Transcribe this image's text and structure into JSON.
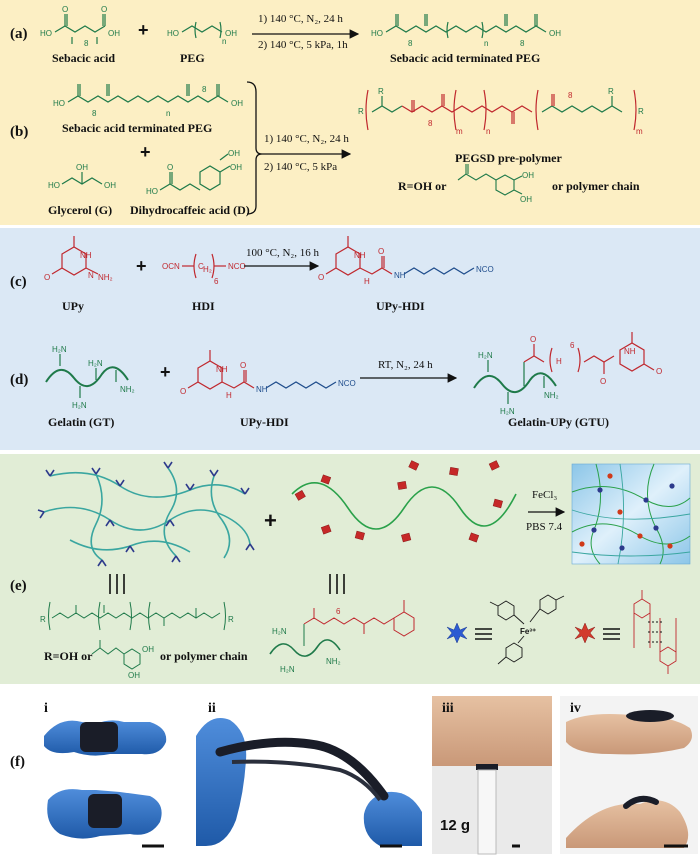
{
  "panels": {
    "a": {
      "tag": "(a)",
      "reactant1": "Sebacic acid",
      "reactant2": "PEG",
      "cond1": "1) 140 °C, N₂, 24 h",
      "cond2": "2) 140 °C, 5 kPa, 1h",
      "product": "Sebacic acid terminated PEG"
    },
    "b": {
      "tag": "(b)",
      "reactant1": "Sebacic acid terminated PEG",
      "reactant2": "Glycerol (G)",
      "reactant3": "Dihydrocaffeic acid (D)",
      "cond1": "1) 140 °C, N₂, 24 h",
      "cond2": "2) 140 °C, 5 kPa",
      "product": "PEGSD pre-polymer",
      "r_def_prefix": "R=OH or",
      "r_def_suffix": "or polymer chain"
    },
    "c": {
      "tag": "(c)",
      "reactant1": "UPy",
      "reactant2": "HDI",
      "cond": "100 °C, N₂, 16 h",
      "product": "UPy-HDI"
    },
    "d": {
      "tag": "(d)",
      "reactant1": "Gelatin (GT)",
      "reactant2": "UPy-HDI",
      "cond": "RT, N₂, 24 h",
      "product": "Gelatin-UPy (GTU)"
    },
    "e": {
      "tag": "(e)",
      "cond1": "FeCl₃",
      "cond2": "PBS 7.4",
      "r_def_prefix": "R=OH or",
      "r_def_suffix": "or polymer chain",
      "fe_label": "Fe³⁺"
    },
    "f": {
      "tag": "(f)",
      "photos": [
        "i",
        "ii",
        "iii",
        "iv"
      ],
      "weight_label": "12 g"
    }
  },
  "atoms": {
    "ho": "HO",
    "oh": "OH",
    "o": "O",
    "n": "n",
    "eight": "8",
    "six": "6",
    "m": "m",
    "r": "R",
    "nh": "NH",
    "n_atom": "N",
    "h": "H",
    "nh2": "NH₂",
    "h2n": "H₂N",
    "ocn": "OCN",
    "nco": "NCO",
    "h2": "H₂",
    "c": "C"
  },
  "colors": {
    "panel_ab": "#fcefc4",
    "panel_cd": "#dbe8f5",
    "panel_e": "#e1edd6",
    "green_chem": "#1f7a4a",
    "red_chem": "#c0282e",
    "teal_polymer": "#3aa6a0",
    "navy_catechol": "#2d3a8c",
    "glove_blue": "#2d6fc4",
    "gel_dark": "#1a1d28"
  }
}
